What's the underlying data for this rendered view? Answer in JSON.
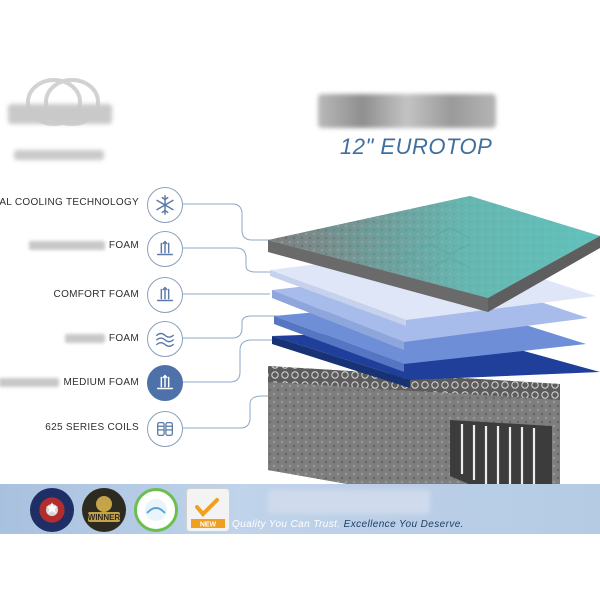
{
  "headline": {
    "subtitle": "12\" EUROTOP"
  },
  "features": [
    {
      "label": "DUAL COOLING TECHNOLOGY",
      "icon": "snowflake-icon"
    },
    {
      "label": "FOAM",
      "icon": "airflow-icon"
    },
    {
      "label": "COMFORT FOAM",
      "icon": "airflow-icon"
    },
    {
      "label": "FOAM",
      "icon": "wave-icon"
    },
    {
      "label": "MEDIUM FOAM",
      "icon": "airflow-icon"
    },
    {
      "label": "625 SERIES COILS",
      "icon": "coil-icon"
    }
  ],
  "banner": {
    "tagline_part1": "Quality You Can Trust.",
    "tagline_part2": "Excellence You Deserve.",
    "badge_winner": "WINNER",
    "badge_new": "NEW"
  },
  "colors": {
    "accent_blue": "#3f6f9e",
    "foam_dark": "#1f3f9a",
    "banner": "#b5cbe4"
  }
}
